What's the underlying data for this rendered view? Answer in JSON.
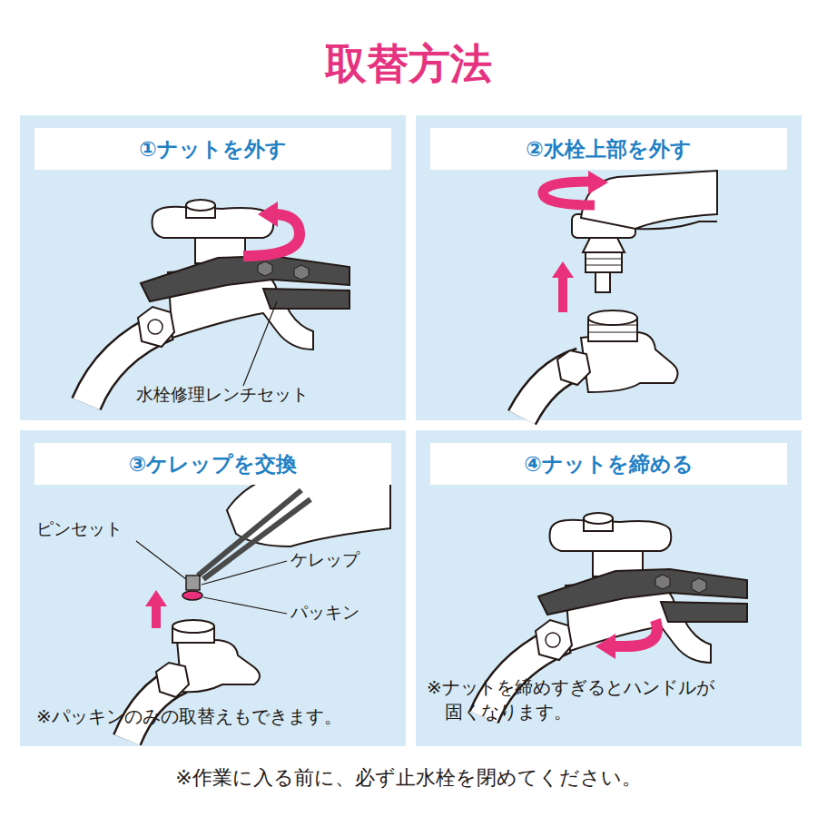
{
  "diagram": {
    "title": "取替方法",
    "caption": "※作業に入る前に、必ず止水栓を閉めてください。",
    "nodes": [
      {
        "text": [
          "①ナットを外す"
        ]
      },
      {
        "text": [
          "②水栓上部を外す"
        ]
      },
      {
        "text": [
          "③ケレップを交換",
          "※パッキンのみの取替えもできます。"
        ]
      },
      {
        "text": [
          "④ナットを締める",
          "※ナットを締めすぎるとハンドルが 固くなります。"
        ]
      }
    ],
    "labels": [
      "水栓修理レンチセット",
      "ピンセット",
      "ケレップ",
      "パッキン"
    ]
  }
}
